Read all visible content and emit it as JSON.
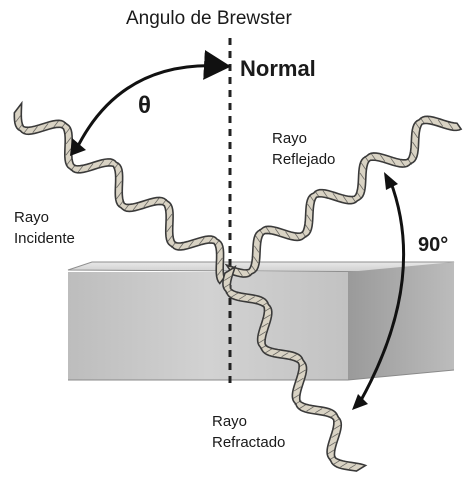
{
  "title": "Angulo de Brewster",
  "normal_label": "Normal",
  "angle_symbol": "θ",
  "reflected_ray": [
    "Rayo",
    "Reflejado"
  ],
  "incident_ray": [
    "Rayo",
    "Incidente"
  ],
  "refracted_ray": [
    "Rayo",
    "Refractado"
  ],
  "right_angle_label": "90°",
  "colors": {
    "block_front": "#c9c9c9",
    "block_top": "#dcdcdc",
    "block_side": "#a9a9a9",
    "wave_fill": "#d9d3c4",
    "wave_dark": "#3a3a3a",
    "line": "#111111"
  }
}
